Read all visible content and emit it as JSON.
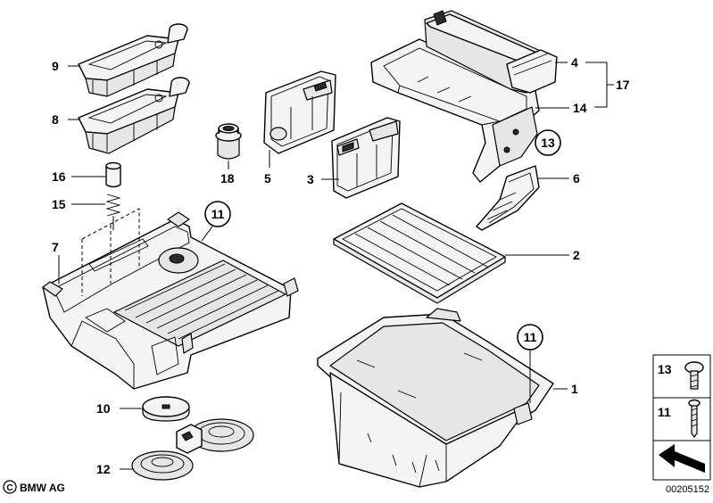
{
  "callouts": {
    "c9": "9",
    "c8": "8",
    "c16": "16",
    "c15": "15",
    "c7": "7",
    "c18": "18",
    "c5": "5",
    "c3": "3",
    "c4": "4",
    "c17": "17",
    "c14": "14",
    "c13": "13",
    "c6": "6",
    "c2": "2",
    "c11a": "11",
    "c11b": "11",
    "c1": "1",
    "c10": "10",
    "c12": "12"
  },
  "fastener_panel": {
    "top_label": "13",
    "bottom_label": "11"
  },
  "footer": {
    "brand": "BMW AG",
    "diagram_id": "00205152"
  }
}
